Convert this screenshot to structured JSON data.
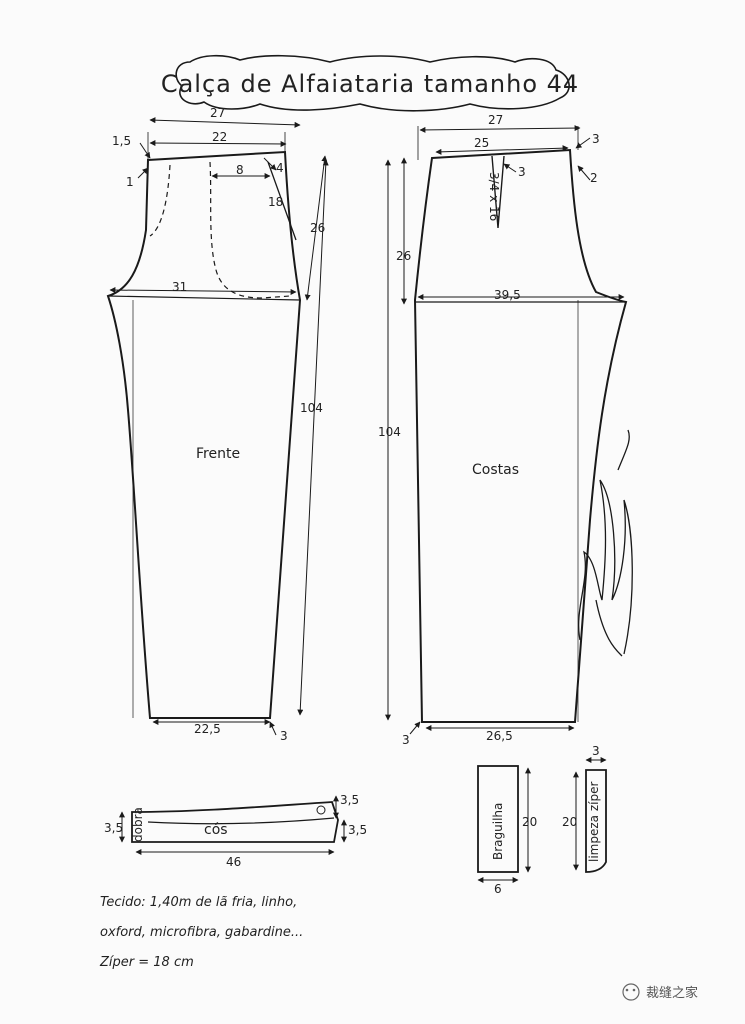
{
  "title": "Calça de Alfaiataria tamanho 44",
  "front": {
    "name": "Frente",
    "dims": {
      "top_width": "27",
      "waist": "22",
      "waist_offset": "1,5",
      "side_drop": "1",
      "pocket_width": "8",
      "pocket_depth": "4",
      "pocket_slant": "18",
      "rise": "26",
      "hip": "31",
      "length": "104",
      "hem": "22,5",
      "hem_offset": "3"
    }
  },
  "back": {
    "name": "Costas",
    "dims": {
      "top_width": "27",
      "waist": "25",
      "waist_offset": "3",
      "side_drop": "2",
      "dart_offset": "3",
      "dart_label": "3/4 x 16",
      "rise": "26",
      "hip": "39,5",
      "length": "104",
      "hem": "26,5",
      "hem_offset": "3"
    }
  },
  "waistband": {
    "name": "cós",
    "fold_label": "dobra",
    "width": "3,5",
    "end_width": "3,5",
    "length": "46"
  },
  "fly": {
    "name": "Braguilha",
    "height": "20",
    "width": "6"
  },
  "zipper_guard": {
    "name": "limpeza zíper",
    "height": "20",
    "width": "3"
  },
  "notes": [
    "Tecido: 1,40m de lã fria, linho,",
    "oxford, microfibra, gabardine...",
    "Zíper = 18 cm"
  ],
  "watermark": "裁缝之家",
  "colors": {
    "ink": "#1a1a1a",
    "paper": "#fbfbfb"
  }
}
